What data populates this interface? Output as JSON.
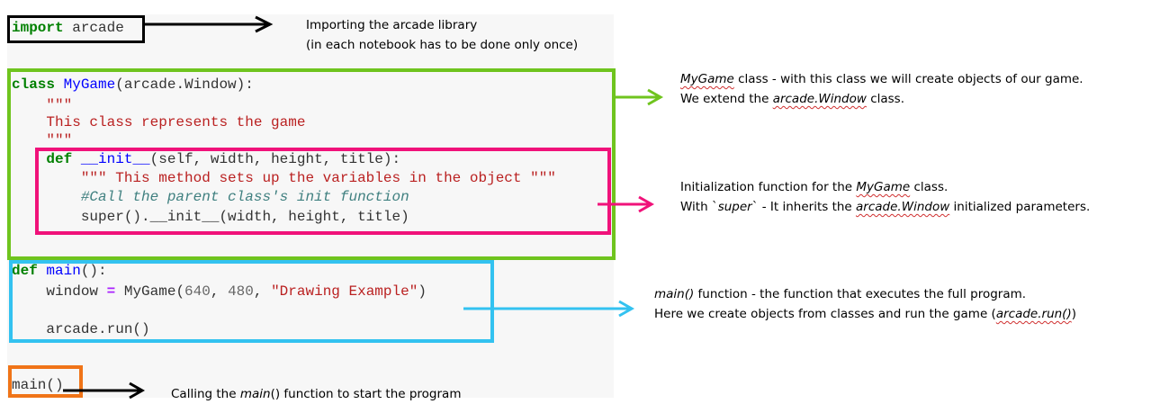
{
  "code": {
    "import_line": {
      "kw": "import",
      "rest": " arcade"
    },
    "class_line": {
      "kw": "class",
      "space": " ",
      "name": "MyGame",
      "rest": "(arcade.Window):"
    },
    "docstring_open": "    \"\"\"",
    "docstring_text": "    This class represents the game",
    "docstring_close": "    \"\"\"",
    "init_def": {
      "indent": "    ",
      "kw": "def",
      "space": " ",
      "name": "__init__",
      "rest": "(self, width, height, title):"
    },
    "init_docstring": "        \"\"\" This method sets up the variables in the object \"\"\"",
    "init_comment": "        #Call the parent class's init function",
    "super_call": "        super().__init__(width, height, title)",
    "main_def": {
      "kw": "def",
      "space": " ",
      "name": "main",
      "rest": "():"
    },
    "window_line": {
      "indent": "    ",
      "lhs": "window ",
      "op": "=",
      "mid": " MyGame(",
      "n1": "640",
      "c1": ", ",
      "n2": "480",
      "c2": ", ",
      "str": "\"Drawing Example\"",
      "end": ")"
    },
    "run_line": "    arcade.run()",
    "main_call": "main()"
  },
  "notes": {
    "import": {
      "line1": "Importing the arcade library",
      "line2": "(in each notebook has to be done only once)"
    },
    "class": {
      "l1_a": "MyGame",
      "l1_b": " class - with this class we will create objects of our game.",
      "l2_a": "We extend the ",
      "l2_b": "arcade.Window",
      "l2_c": " class."
    },
    "init": {
      "l1_a": "Initialization function for the ",
      "l1_b": "MyGame",
      "l1_c": " class.",
      "l2_a": "With `",
      "l2_b": "super",
      "l2_c": "` - It inherits the ",
      "l2_d": "arcade.Window",
      "l2_e": " initialized parameters."
    },
    "main": {
      "l1_a": "main()",
      "l1_b": " function -  the function that executes  the full program.",
      "l2_a": "Here we create objects from classes and run the game (",
      "l2_b": "arcade.run()",
      "l2_c": ")"
    },
    "call": {
      "a": "Calling the ",
      "b": "main",
      "c": "() function to start the program"
    }
  },
  "colors": {
    "import_box": "#000000",
    "class_box": "#6fc41e",
    "init_box": "#f0127a",
    "main_box": "#33c2f0",
    "call_box": "#f07418"
  }
}
